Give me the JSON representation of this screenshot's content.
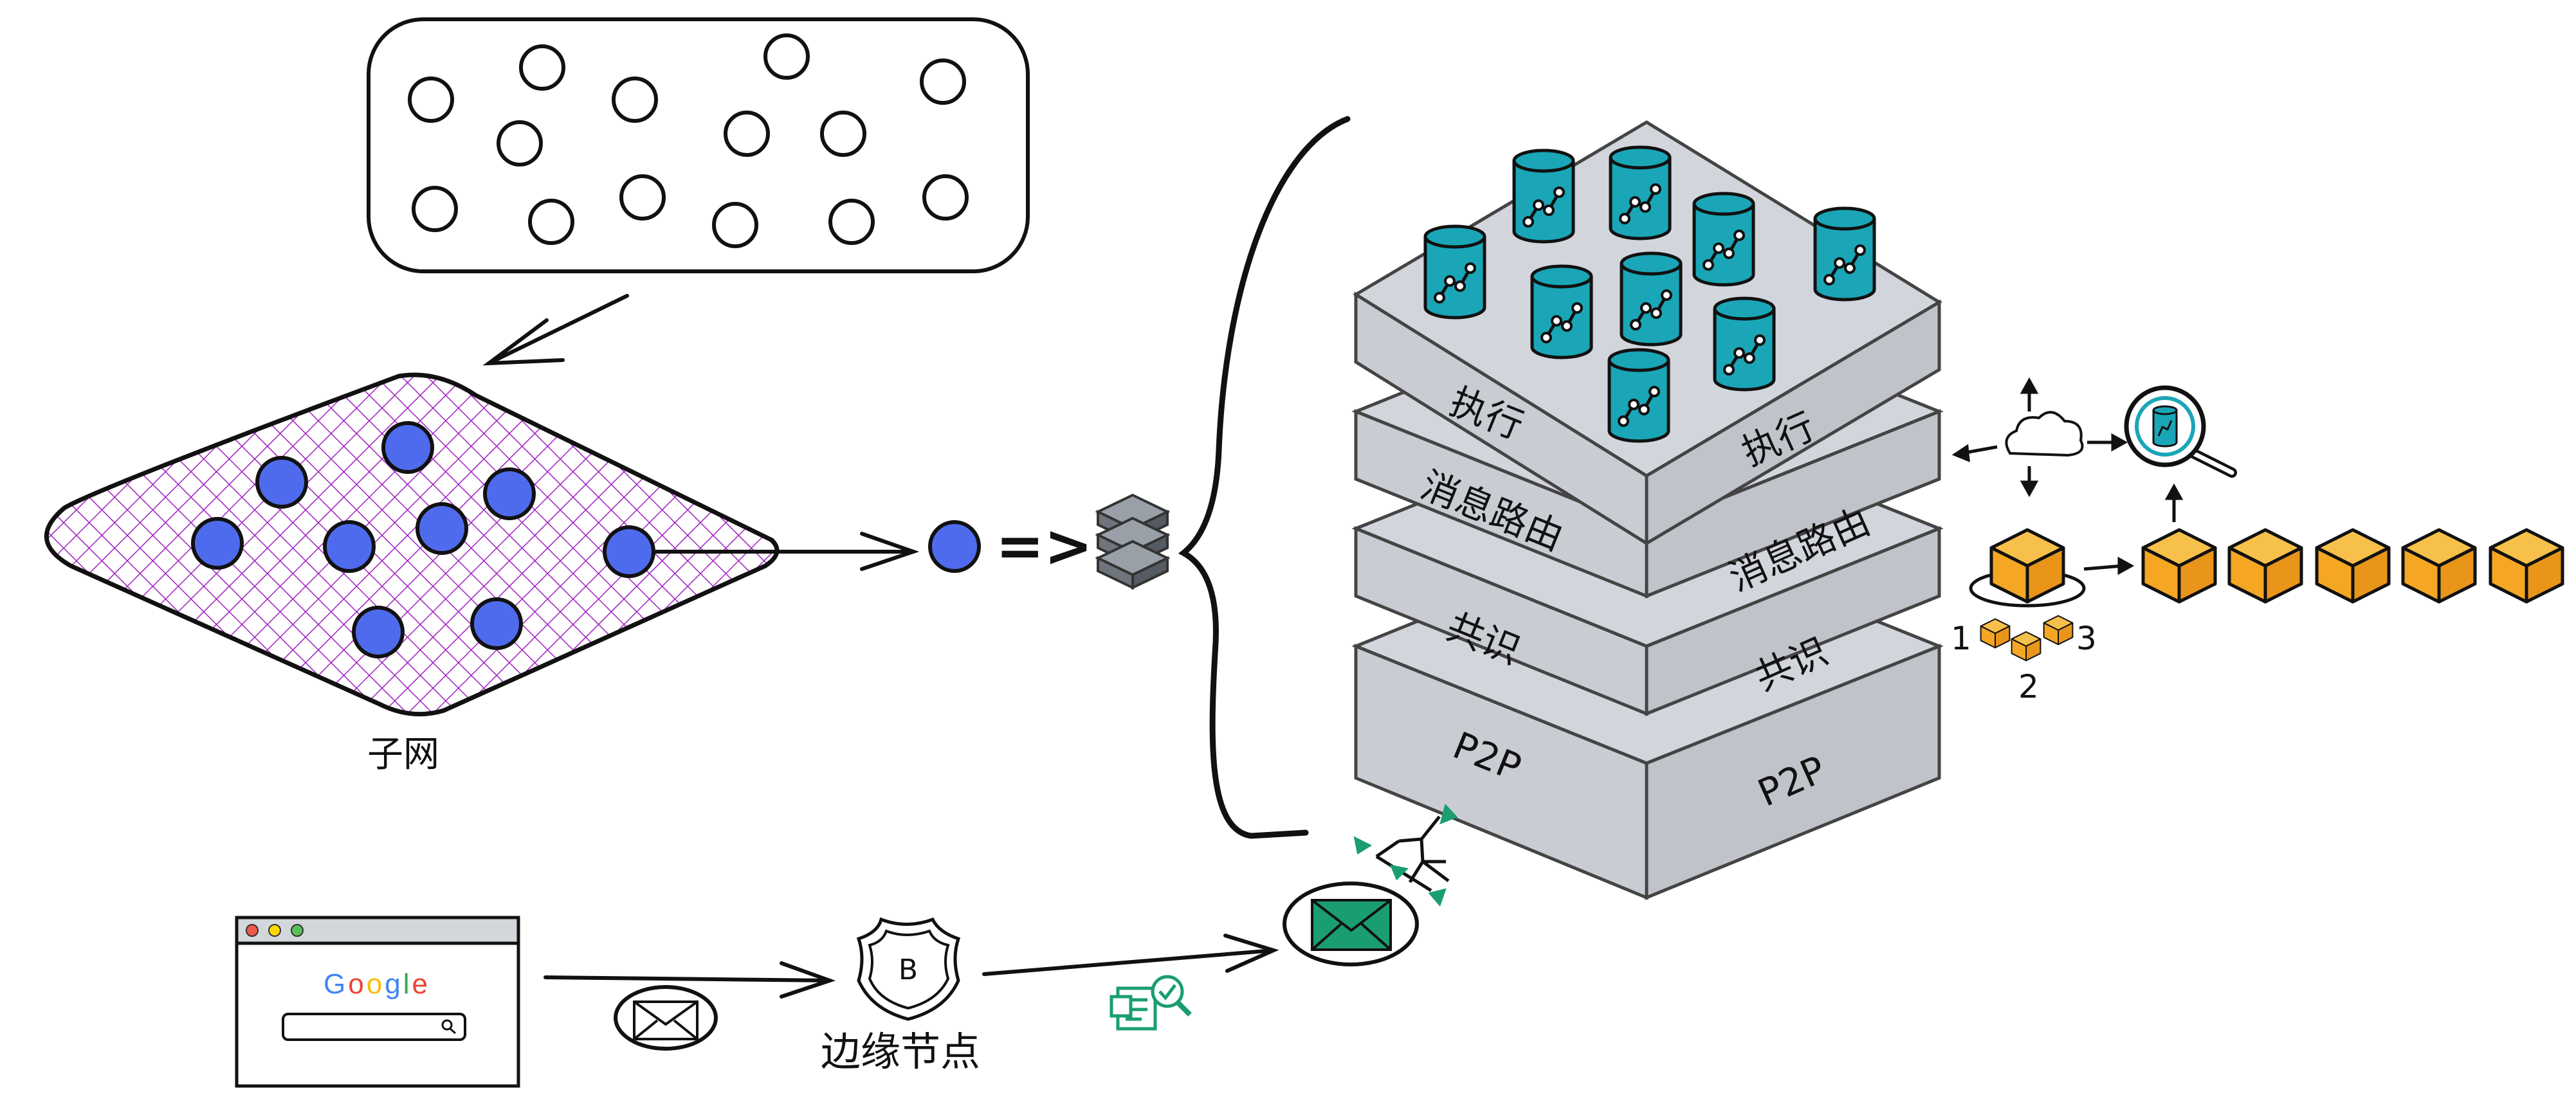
{
  "labels": {
    "subnet": "子网",
    "edge_node": "边缘节点",
    "edge_badge_letter": "B",
    "arrow_equals": "=>"
  },
  "stack_layers": [
    {
      "left": "执行",
      "right": "执行"
    },
    {
      "left": "消息路由",
      "right": "消息路由"
    },
    {
      "left": "共识",
      "right": "共识"
    },
    {
      "left": "P2P",
      "right": "P2P"
    }
  ],
  "block_numbers": [
    "1",
    "2",
    "3"
  ],
  "browser": {
    "search_logo": [
      "G",
      "o",
      "o",
      "g",
      "l",
      "e"
    ],
    "logo_colors": [
      "#4285F4",
      "#EA4335",
      "#FBBC05",
      "#4285F4",
      "#34A853",
      "#EA4335"
    ],
    "dot_colors": [
      "#ED594A",
      "#FDD800",
      "#5AC05A"
    ]
  },
  "colors": {
    "node_blue": "#4f6bed",
    "layer_gray": "#d2d5dc",
    "canister_teal": "#1aa6b7",
    "block_orange": "#f5a623",
    "envelope_green": "#1a9e6f",
    "mesh_purple": "#a020c0"
  },
  "icons": [
    "browser-icon",
    "mail-icon",
    "shield-icon",
    "envelope-icon",
    "document-search-icon",
    "cloud-icon",
    "magnifier-database-icon",
    "server-stack-icon",
    "database-canister-icon",
    "block-cube-icon"
  ]
}
